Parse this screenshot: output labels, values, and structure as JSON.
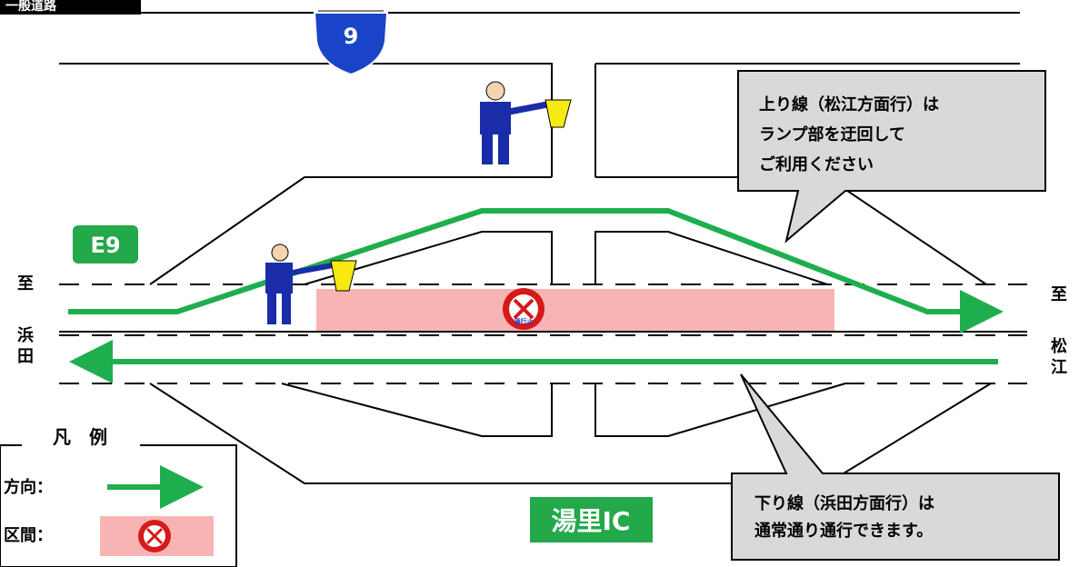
{
  "header_tab": "一般道路",
  "route_shield": "9",
  "expressway_badge": "E9",
  "ic_name": "湯里IC",
  "left_destination": "至 浜田",
  "right_destination": "至 松江",
  "callout_upper": [
    "上り線（松江方面行）は",
    "ランプ部を迂回して",
    "ご利用ください"
  ],
  "callout_lower": [
    "下り線（浜田方面行）は",
    "通常通り通行できます。"
  ],
  "no_entry_sign": "通行止",
  "legend": {
    "title": "凡　例",
    "items": [
      "方向：",
      "区間："
    ]
  },
  "colors": {
    "route_arrow": "#1fae4e",
    "closure": "#f8b4b4",
    "shield": "#1a44c8",
    "badge": "#23a84a"
  }
}
